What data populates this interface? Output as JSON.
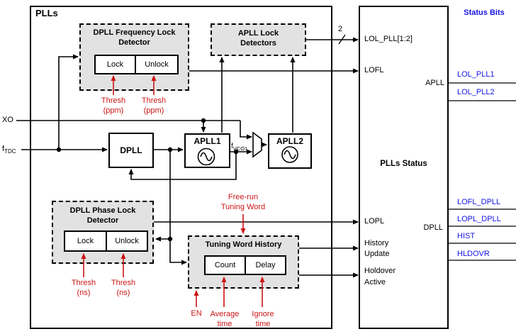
{
  "colors": {
    "red": "#cc1414",
    "blue": "#1414e6",
    "gray_fill": "#e2e2e2"
  },
  "outer": {
    "title": "PLLs"
  },
  "inputs": {
    "xo": "XO",
    "ftdc_main": "f",
    "ftdc_sub": "TDC"
  },
  "signals": {
    "fvco_main": "f",
    "fvco_sub": "VCO1"
  },
  "blocks": {
    "freq_detector": {
      "title1": "DPLL Frequency Lock",
      "title2": "Detector",
      "lock": "Lock",
      "unlock": "Unlock"
    },
    "apll_detectors": {
      "title1": "APLL Lock",
      "title2": "Detectors"
    },
    "dpll": {
      "label": "DPLL"
    },
    "apll1": {
      "label": "APLL1"
    },
    "apll2": {
      "label": "APLL2"
    },
    "phase_detector": {
      "title1": "DPLL Phase Lock",
      "title2": "Detector",
      "lock": "Lock",
      "unlock": "Unlock"
    },
    "twh": {
      "title": "Tuning Word History",
      "count": "Count",
      "delay": "Delay"
    }
  },
  "annotations": {
    "thresh_ppm_1": {
      "l1": "Thresh",
      "l2": "(ppm)"
    },
    "thresh_ppm_2": {
      "l1": "Thresh",
      "l2": "(ppm)"
    },
    "thresh_ns_1": {
      "l1": "Thresh",
      "l2": "(ns)"
    },
    "thresh_ns_2": {
      "l1": "Thresh",
      "l2": "(ns)"
    },
    "free_run": {
      "l1": "Free-run",
      "l2": "Tuning Word"
    },
    "en": "EN",
    "average_time": {
      "l1": "Average",
      "l2": "time"
    },
    "ignore_time": {
      "l1": "Ignore",
      "l2": "time"
    }
  },
  "status_panel": {
    "title": "PLLs Status",
    "bus_width": "2",
    "ports": {
      "lol_pll": "LOL_PLL[1:2]",
      "lofl": "LOFL",
      "apll": "APLL",
      "lopl": "LOPL",
      "dpll": "DPLL",
      "history1": "History",
      "history2": "Update",
      "holdover1": "Holdover",
      "holdover2": "Active"
    }
  },
  "status_bits": {
    "header": "Status Bits",
    "items": [
      {
        "label": "LOL_PLL1"
      },
      {
        "label": "LOL_PLL2"
      },
      {
        "label": "LOFL_DPLL"
      },
      {
        "label": "LOPL_DPLL"
      },
      {
        "label": "HIST"
      },
      {
        "label": "HLDOVR"
      }
    ]
  }
}
